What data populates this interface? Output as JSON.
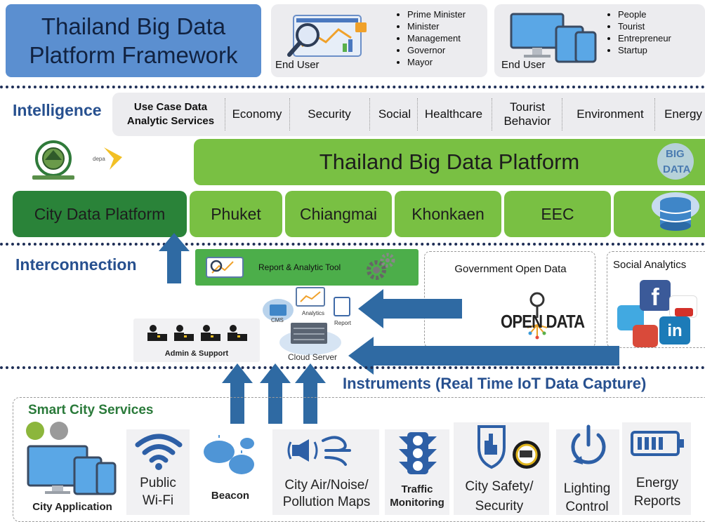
{
  "title": "Thailand Big Data Platform Framework",
  "end_user_gov": {
    "label": "End User",
    "items": [
      "Prime Minister",
      "Minister",
      "Management",
      "Governor",
      "Mayor"
    ]
  },
  "end_user_public": {
    "label": "End User",
    "items": [
      "People",
      "Tourist",
      "Entrepreneur",
      "Startup"
    ]
  },
  "intelligence": {
    "label": "Intelligence",
    "items": [
      "Use Case Data Analytic Services",
      "Economy",
      "Security",
      "Social",
      "Healthcare",
      "Tourist Behavior",
      "Environment",
      "Energy"
    ]
  },
  "platform": {
    "main": "Thailand Big Data Platform",
    "logo_text": "depa",
    "cities": [
      "City Data Platform",
      "Phuket",
      "Chiangmai",
      "Khonkaen",
      "EEC"
    ]
  },
  "interconnection": {
    "label": "Interconnection",
    "report_tool": "Report & Analytic Tool",
    "gov_open_data": "Government Open Data",
    "open_data_logo": "OPEN DATA",
    "social_analytics": "Social Analytics",
    "admin_support": "Admin & Support",
    "cloud_server": "Cloud Server",
    "cms": "CMS",
    "analytics": "Analytics",
    "report": "Report"
  },
  "instruments": {
    "label": "Instruments (Real Time IoT Data Capture)"
  },
  "services": {
    "label": "Smart City Services",
    "items": [
      "City Application",
      "Public Wi-Fi",
      "Beacon",
      "City Air/Noise/ Pollution Maps",
      "Traffic Monitoring",
      "City Safety/ Security",
      "Lighting Control",
      "Energy Reports"
    ]
  },
  "colors": {
    "title_blue": "#5b8fd0",
    "label_blue": "#27508f",
    "green": "#79c043",
    "dark_green": "#2a8339",
    "arrow_blue": "#2f6aa3"
  }
}
